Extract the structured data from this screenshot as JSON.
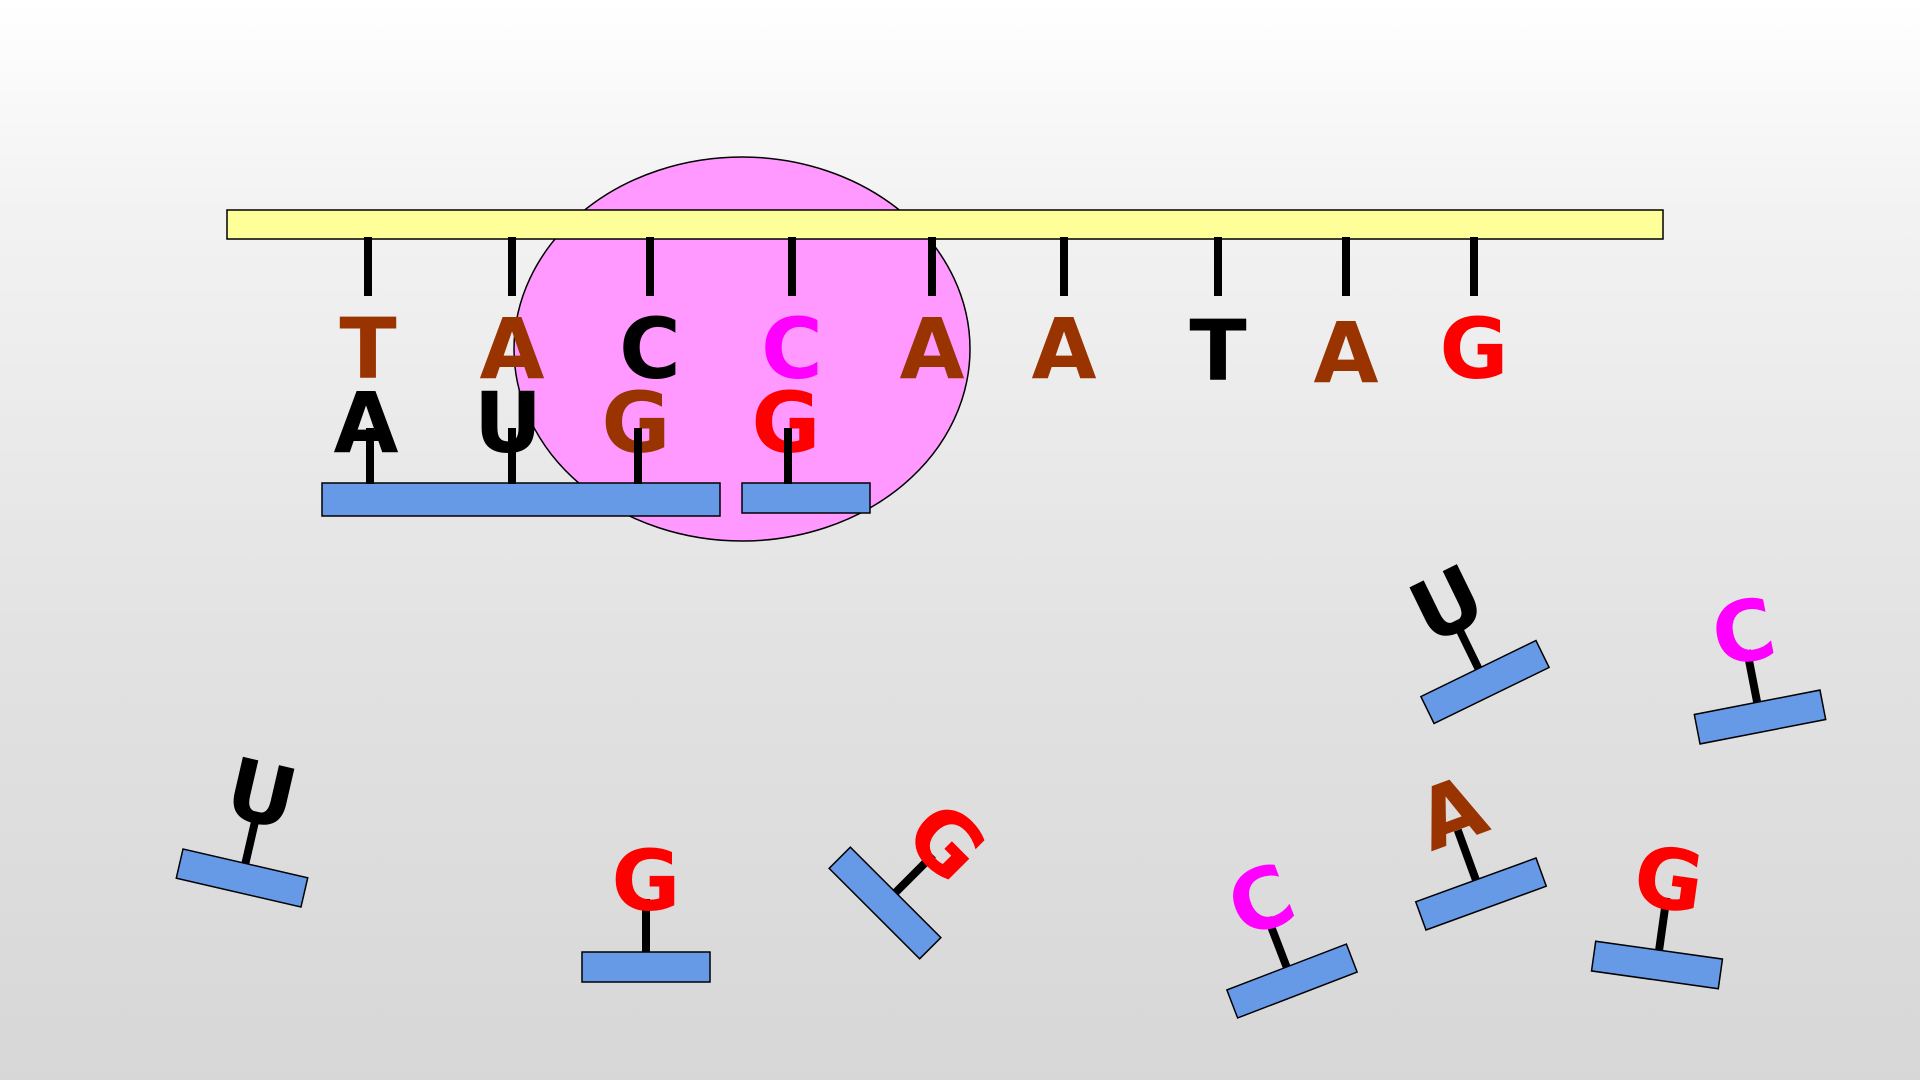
{
  "colors": {
    "dna_strand": "#ffff99",
    "ribosome": "#ff99ff",
    "trna_body": "#6699e6",
    "stick": "#000000",
    "base_T": "#993300",
    "base_A_dark": "#993300",
    "base_C_black": "#000000",
    "base_C_magenta": "#ff00ff",
    "base_G_red": "#ff0000",
    "base_U_black": "#000000"
  },
  "template_strand": [
    {
      "base": "T",
      "color": "#993300"
    },
    {
      "base": "A",
      "color": "#993300"
    },
    {
      "base": "C",
      "color": "#000000"
    },
    {
      "base": "C",
      "color": "#ff00ff"
    },
    {
      "base": "A",
      "color": "#993300"
    },
    {
      "base": "A",
      "color": "#993300"
    },
    {
      "base": "T",
      "color": "#000000"
    },
    {
      "base": "A",
      "color": "#993300"
    },
    {
      "base": "G",
      "color": "#ff0000"
    }
  ],
  "paired_strand": [
    {
      "base": "A",
      "color": "#000000"
    },
    {
      "base": "U",
      "color": "#000000"
    },
    {
      "base": "G",
      "color": "#993300"
    },
    {
      "base": "G",
      "color": "#ff0000"
    }
  ],
  "free_nucleotides": [
    {
      "base": "U",
      "color": "#000000"
    },
    {
      "base": "G",
      "color": "#ff0000"
    },
    {
      "base": "G",
      "color": "#ff0000"
    },
    {
      "base": "C",
      "color": "#ff00ff"
    },
    {
      "base": "A",
      "color": "#993300"
    },
    {
      "base": "U",
      "color": "#000000"
    },
    {
      "base": "C",
      "color": "#ff00ff"
    },
    {
      "base": "G",
      "color": "#ff0000"
    }
  ]
}
